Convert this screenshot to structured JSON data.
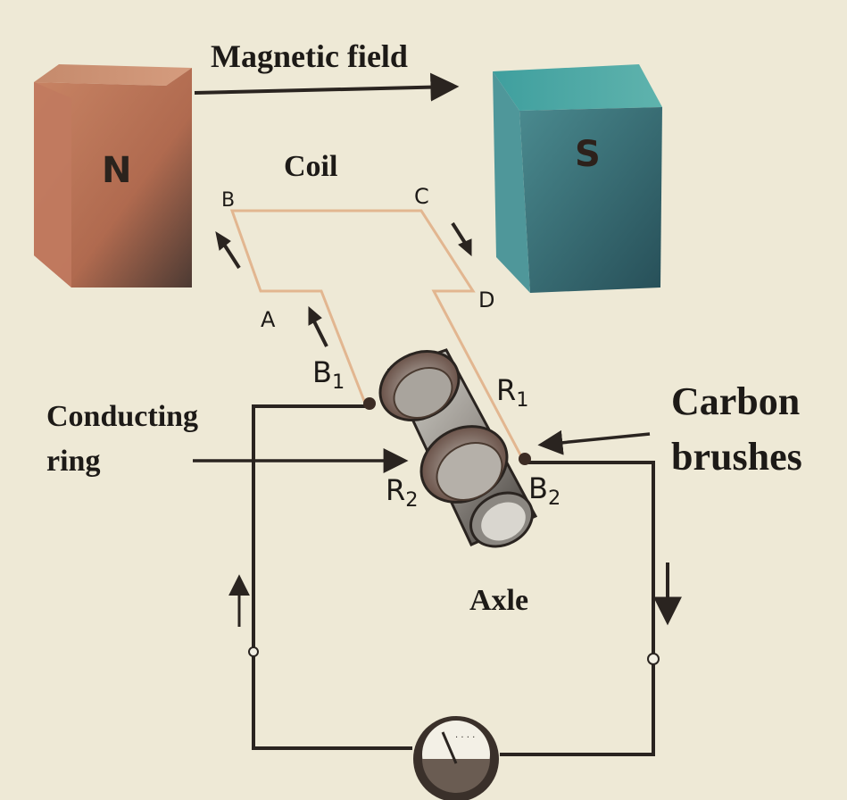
{
  "title": "Magnetic field",
  "labels": {
    "north": "N",
    "south": "S",
    "coil": "Coil",
    "a": "A",
    "b": "B",
    "c": "C",
    "d": "D",
    "b1": "B",
    "b1_sub": "1",
    "r1": "R",
    "r1_sub": "1",
    "r2": "R",
    "r2_sub": "2",
    "b2": "B",
    "b2_sub": "2",
    "conducting_ring": "Conducting",
    "conducting_ring_2": "ring",
    "carbon_brushes": "Carbon",
    "carbon_brushes_2": "brushes",
    "axle": "Axle"
  },
  "colors": {
    "background": "#eee9d6",
    "north_magnet": "#c07a5c",
    "south_magnet": "#3e7f86",
    "coil_wire": "#e0b48e",
    "circuit_wire": "#2a2420"
  }
}
